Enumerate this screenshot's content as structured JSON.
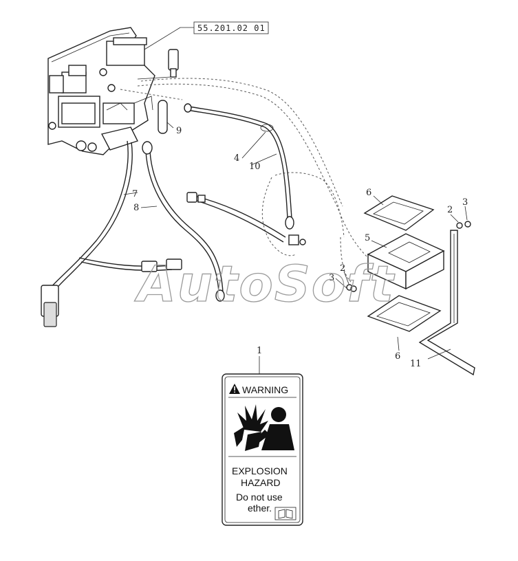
{
  "reference_number": "55.201.02 01",
  "watermark": "AutoSoft",
  "callouts": [
    {
      "id": "c9",
      "label": "9"
    },
    {
      "id": "c4",
      "label": "4"
    },
    {
      "id": "c10",
      "label": "10"
    },
    {
      "id": "c7",
      "label": "7"
    },
    {
      "id": "c8",
      "label": "8"
    },
    {
      "id": "c6a",
      "label": "6"
    },
    {
      "id": "c2a",
      "label": "2"
    },
    {
      "id": "c3a",
      "label": "3"
    },
    {
      "id": "c5",
      "label": "5"
    },
    {
      "id": "c2b",
      "label": "2"
    },
    {
      "id": "c3b",
      "label": "3"
    },
    {
      "id": "c6b",
      "label": "6"
    },
    {
      "id": "c11",
      "label": "11"
    },
    {
      "id": "c1",
      "label": "1"
    }
  ],
  "decal": {
    "header": "WARNING",
    "line1": "EXPLOSION",
    "line2": "HAZARD",
    "line3": "Do not use",
    "line4": "ether."
  }
}
